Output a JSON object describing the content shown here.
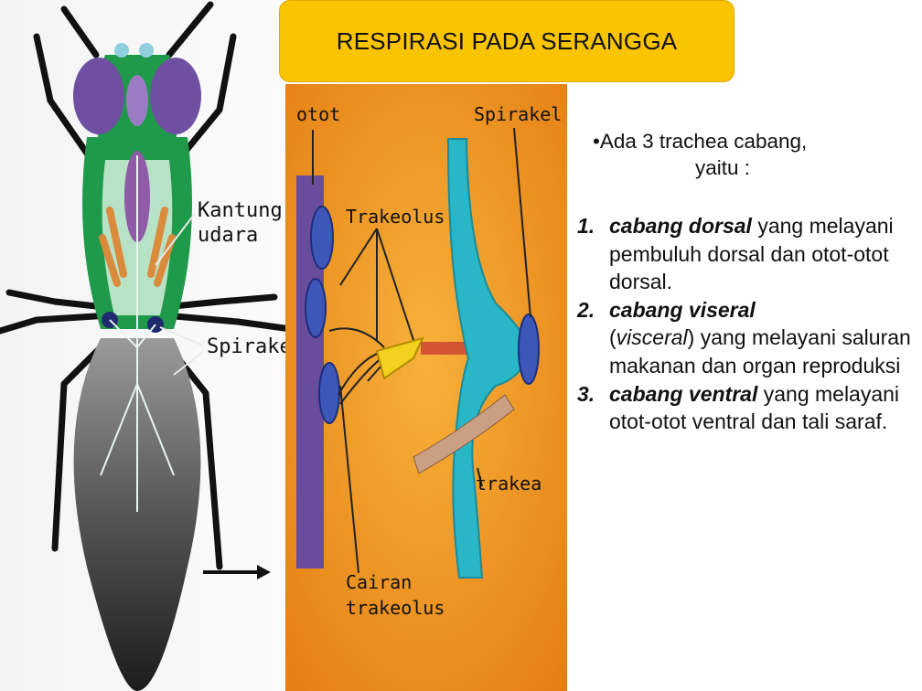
{
  "title": "RESPIRASI PADA SERANGGA",
  "intro": {
    "line1": "•Ada 3 trachea cabang,",
    "line2": "yaitu :"
  },
  "branches": [
    {
      "num": "1.",
      "name": "cabang dorsal",
      "text1": " yang melayani pembuluh dorsal dan otot-otot dorsal."
    },
    {
      "num": "2.",
      "name": "cabang viseral",
      "text1": "(",
      "alt": "visceral",
      "text2": ") yang melayani saluran makanan dan organ reproduksi"
    },
    {
      "num": "3.",
      "name": "cabang ventral",
      "text1": " yang melayani otot-otot ventral dan tali saraf."
    }
  ],
  "insect_labels": {
    "air_sac_1": "Kantung",
    "air_sac_2": "udara",
    "spiracle": "Spirakel"
  },
  "trachea_labels": {
    "muscle": "otot",
    "spiracle": "Spirakel",
    "tracheole": "Trakeolus",
    "trachea": "trakea",
    "fluid_1": "Cairan",
    "fluid_2": "trakeolus"
  },
  "colors": {
    "title_bg": "#fbc400",
    "panel_orange": "#f2a020",
    "muscle_purple": "#6a4c9c",
    "trachea_cyan": "#29b6c6",
    "insect_green": "#1f9a4a",
    "insect_purple": "#7b5ea7"
  }
}
